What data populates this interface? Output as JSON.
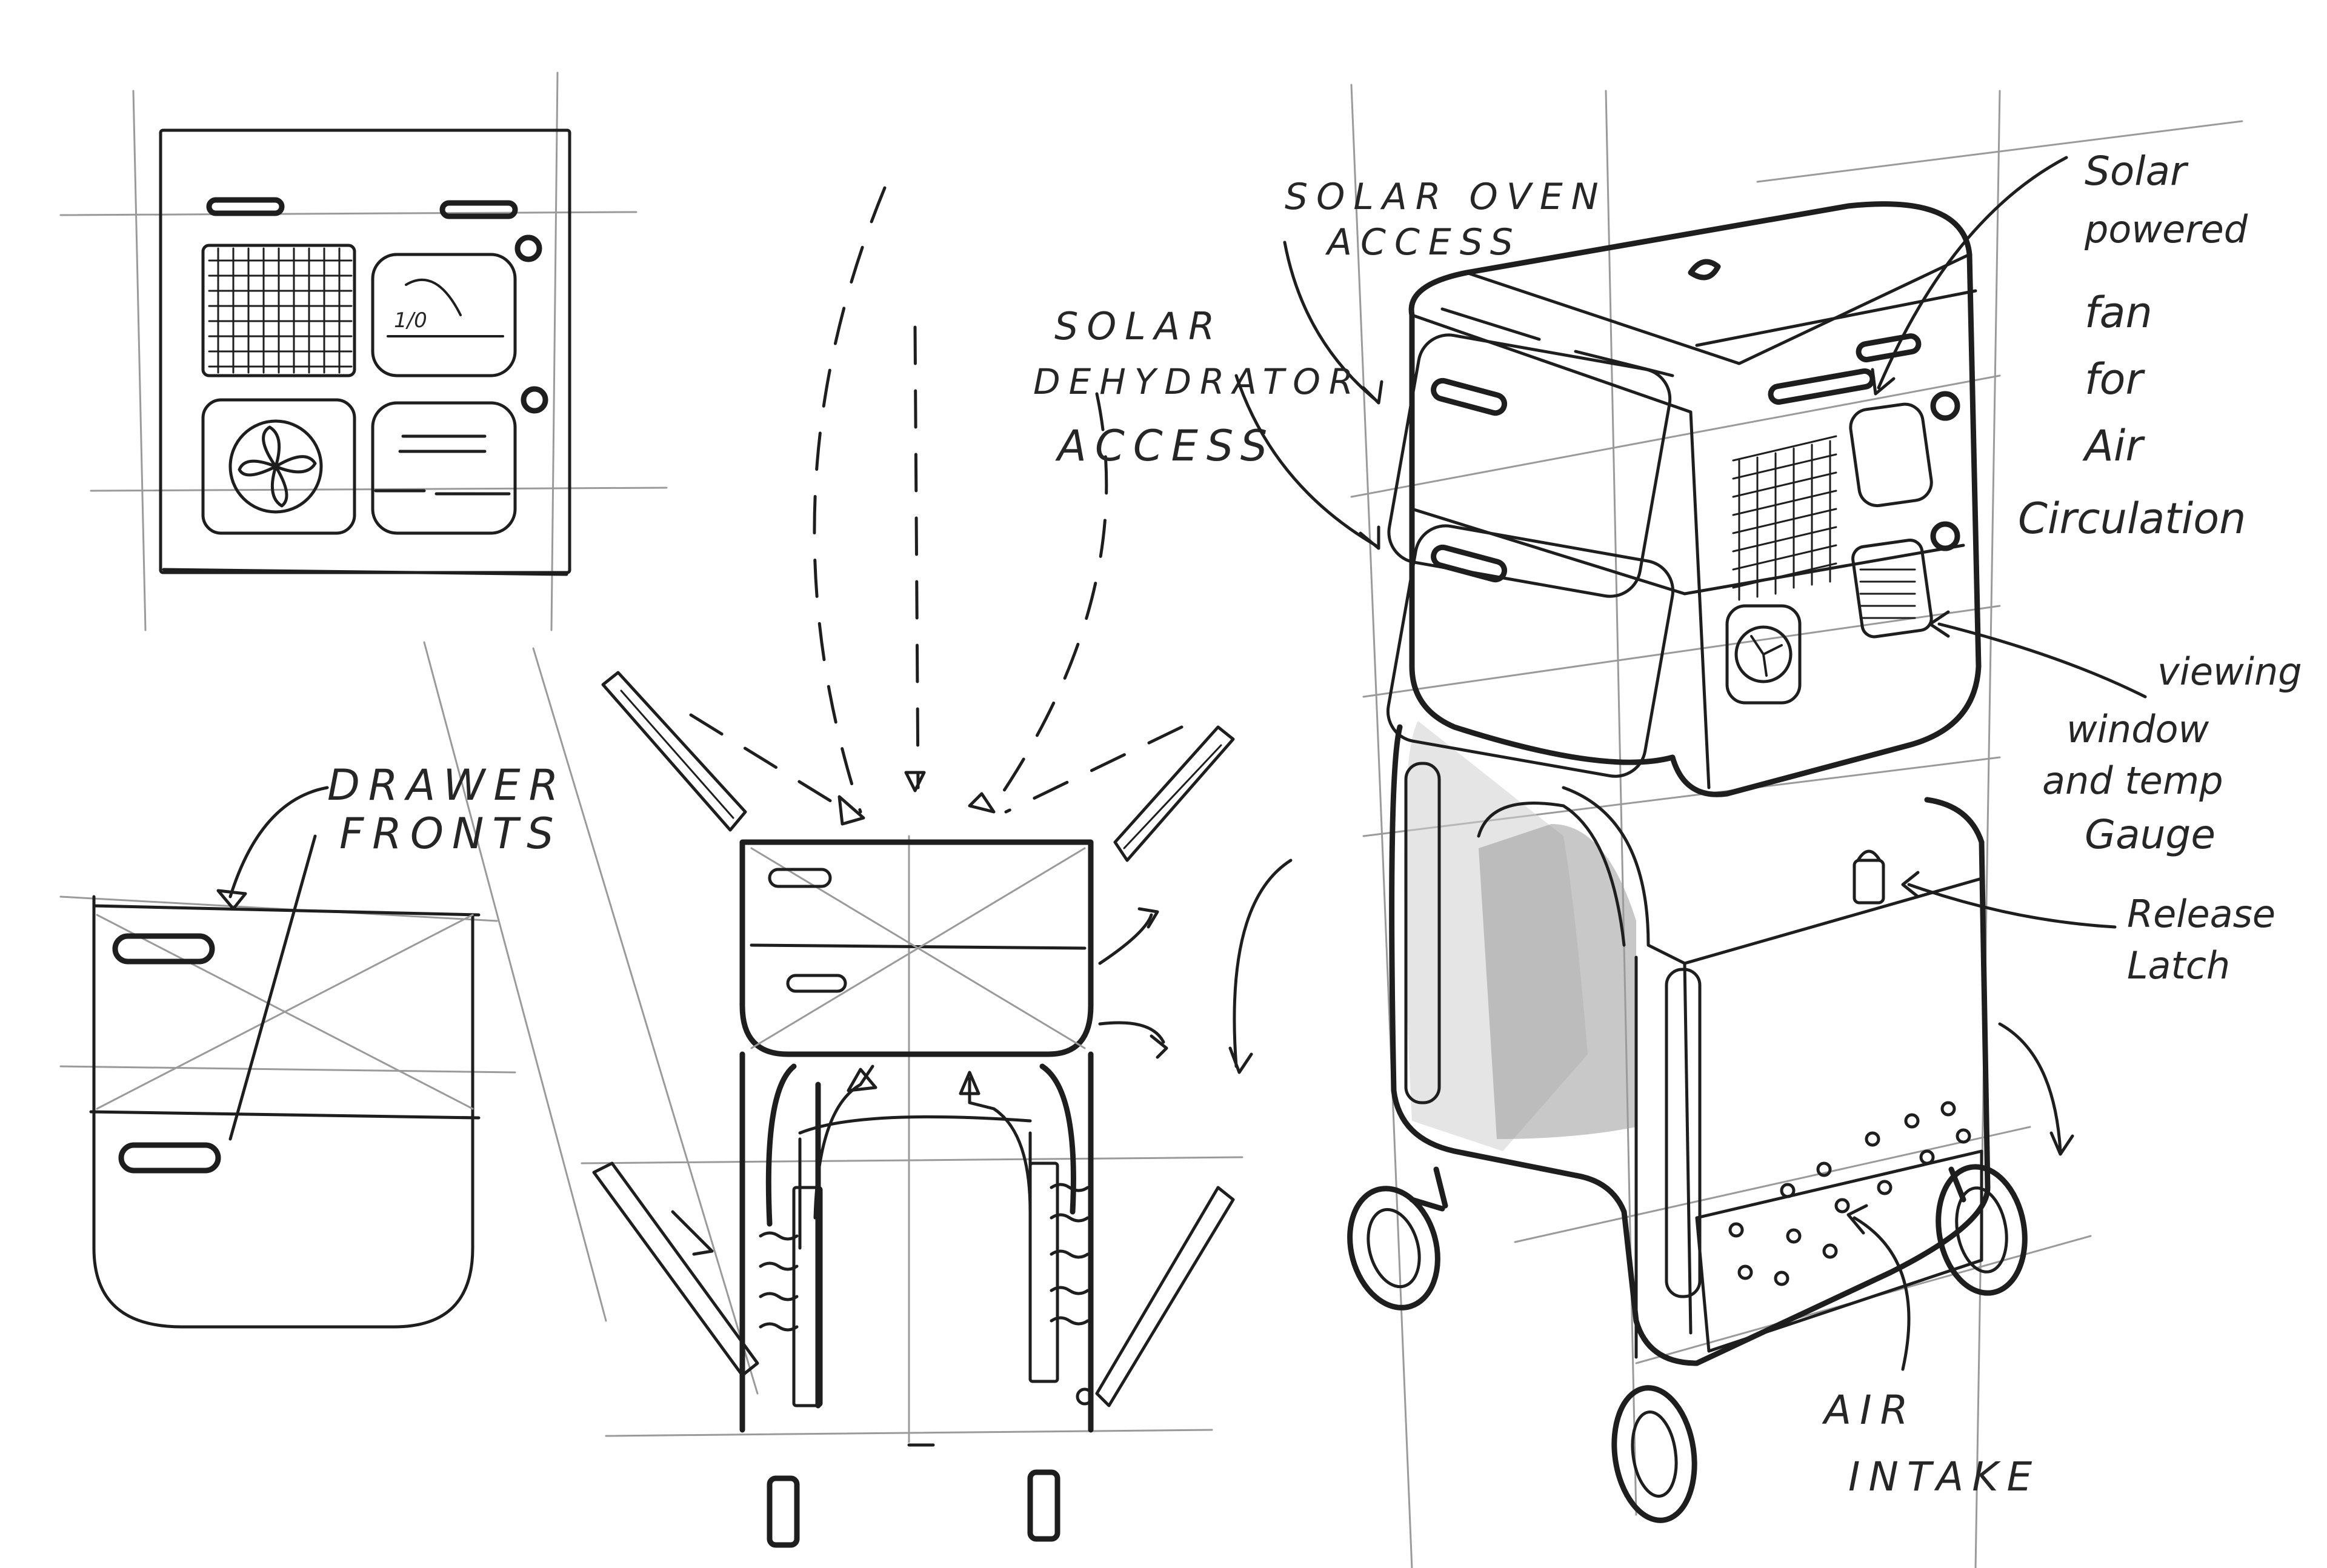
{
  "labels": {
    "solar_oven_access": [
      "SOLAR OVEN",
      "ACCESS"
    ],
    "solar_dehydrator_access": [
      "SOLAR",
      "DEHYDRATOR",
      "ACCESS"
    ],
    "drawer_fronts": [
      "DRAWER",
      "FRONTS"
    ],
    "solar_fan": [
      "Solar",
      "powered",
      "fan",
      "for",
      "Air",
      "Circulation"
    ],
    "viewing_window": [
      "viewing",
      "window",
      "and temp",
      "Gauge"
    ],
    "release_latch": [
      "Release",
      "Latch"
    ],
    "air_intake": [
      "AIR",
      "INTAKE"
    ],
    "gauge_mark": "1/0"
  }
}
